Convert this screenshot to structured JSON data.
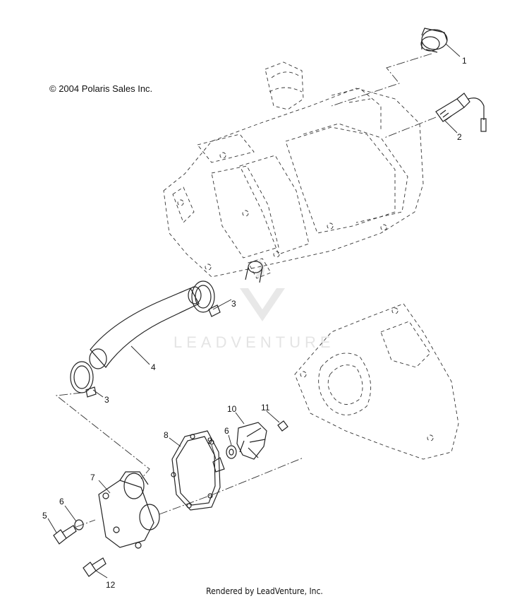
{
  "copyright": "© 2004 Polaris Sales Inc.",
  "footer": "Rendered by LeadVenture, Inc.",
  "watermark": "LEADVENTURE",
  "callouts": [
    "1",
    "2",
    "3",
    "3",
    "4",
    "5",
    "6",
    "6",
    "7",
    "8",
    "9",
    "10",
    "11",
    "12"
  ]
}
